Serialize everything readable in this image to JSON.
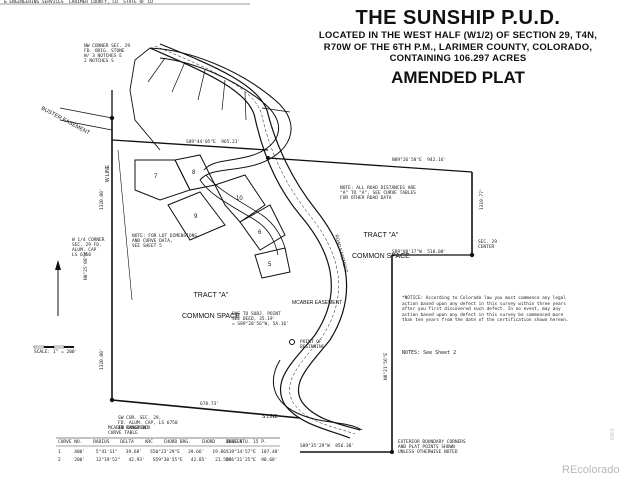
{
  "header_strip": "& ENGINEERING SERVICES  LARIMER COUNTY, CO  STATE OF CO",
  "title": {
    "main": "THE SUNSHIP P.U.D.",
    "line1": "LOCATED IN THE WEST HALF (W1/2) OF SECTION 29, T4N,",
    "line2": "R70W OF THE 6TH P.M., LARIMER COUNTY, COLORADO,",
    "line3": "CONTAINING 106.297 ACRES",
    "subtitle": "AMENDED PLAT"
  },
  "labels": {
    "tract_a_west_1": "TRACT \"A\"",
    "tract_a_west_2": "COMMON SPACE",
    "tract_a_east_1": "TRACT \"A\"",
    "tract_a_east_2": "COMMON SPACE",
    "buster_easement": "BUSTER EASEMENT",
    "mcaber_easement": "MCABER EASEMENT",
    "road_easement": "ROAD EASEMENT",
    "lot_note": "NOTE: FOR LOT DIMENSIONS\nAND CURVE DATA,\nSEE SHEET 5",
    "road_note": "NOTE: ALL ROAD DISTANCES ARE\n\"A\" TO \"A\", SEE CURVE TABLES\nFOR OTHER ROAD DATA",
    "nw_corner": "NW CORNER SEC. 29\nFD. ORIG. STONE\nW/ 3 NOTCHES E\n2 NOTCHES S",
    "sw_corner": "SW COR. SEC. 29,\nFD. ALUM. CAP, LS 6750\nIN RANGE BOX",
    "w_quarter": "W 1/4 CORNER\nSEC. 29 FD.\nALUM. CAP\nLS 6750",
    "w_line": "W LINE",
    "s_line": "S LINE",
    "lot_5": "5",
    "lot_6": "6",
    "lot_7": "7",
    "lot_8": "8",
    "lot_9": "9",
    "lot_10": "10",
    "bearing_n": "S89°44'05\"E  965.21'",
    "bearing_e": "N89°26'58\"E  942.16'",
    "bearing_mid": "S89°08'17\"W  510.00'",
    "bearing_south": "S89°35'29\"W  856.38'",
    "bearing_west": "N0°25'08\"W",
    "bearing_east_v": "N0°21'56\"E",
    "dist_w1": "1320.00'",
    "dist_w2": "1320.00'",
    "dist_e1": "1319.77'",
    "dist_s": "678.73'",
    "pt_label_1": "POINT OF\nBEGINNING",
    "pt_label_2": "SEC. 29\nCENTER",
    "deed_note": "DUG TO SUBJ. POINT\nSEE DEED, 35.19'\n= S89°20'56\"W, 5A.16'",
    "extended_note": "EXTERIOR BOUNDARY CORNERS\nAND PLAT POINTS SHOWN\nUNLESS OTHERWISE NOTED"
  },
  "notice": "*NOTICE: According to Colorado law you must commence any legal action based upon any defect in this survey within three years after you first discovered such defect. In no event, may any action based upon any defect in this survey be commenced more than ten years from the date of the certification shown hereon.",
  "notes_ref": "NOTES: See Sheet 2",
  "scale_text": "SCALE: 1\" = 200'",
  "curve_table": {
    "title": "MCABER EASEMENT\nCURVE TABLE",
    "header": "CURVE NO.    RADIUS    DELTA    ARC    CHORD BRG.    CHORD    TANGENT",
    "row1": "1     400'    5°41'11\"   39.68'   S50°23'29\"E   39.66'   19.86'",
    "row2": "2     200'    12°19'52\"   42.93'   S59°30'55\"E   42.85'   21.55'",
    "right_col": "WEST P.U. 15 P.",
    "right_r1": "S19°14'57\"E  107.48'",
    "right_r2": "N86°31'25\"E  90.68'"
  },
  "watermark": "REcolorado",
  "side_watermark": "IRES"
}
